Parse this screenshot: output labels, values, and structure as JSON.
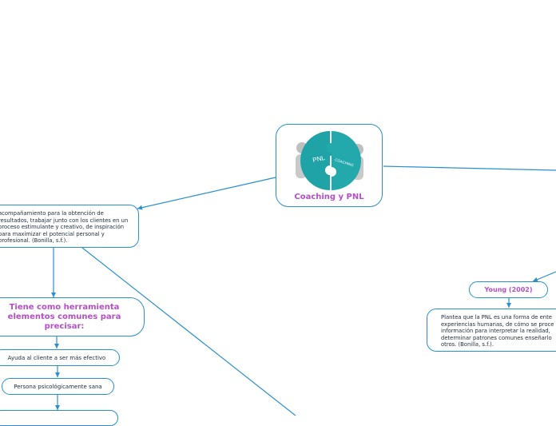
{
  "central": {
    "title": "Coaching y PNL",
    "puzzle_left": "PNL",
    "puzzle_right": "COACHING"
  },
  "left_branch": {
    "definition": "acompañamiento para la obtención de\nresultados, trabajar junto con los clientes en un\nproceso estimulante y creativo, de inspiración\npara maximizar el potencial personal y\nprofesional. (Bonilla, s.f.).",
    "heading": "Tiene como herramienta\nelementos comunes para\nprecisar:",
    "items": [
      "Ayuda al cliente a ser más efectivo",
      "Persona psicológicamente sana"
    ]
  },
  "right_branch": {
    "author": "Young (2002)",
    "definition": "Plantea que la PNL es una forma de ente\nexperiencias humanas, de cómo se proce\ninformación para interpretar la realidad,\ndeterminar patrones comunes enseñarlo\notros. (Bonilla, s.f.)."
  },
  "colors": {
    "line": "#2a8fd0",
    "accent": "#b44fc6",
    "teal": "#1fa3a6"
  }
}
